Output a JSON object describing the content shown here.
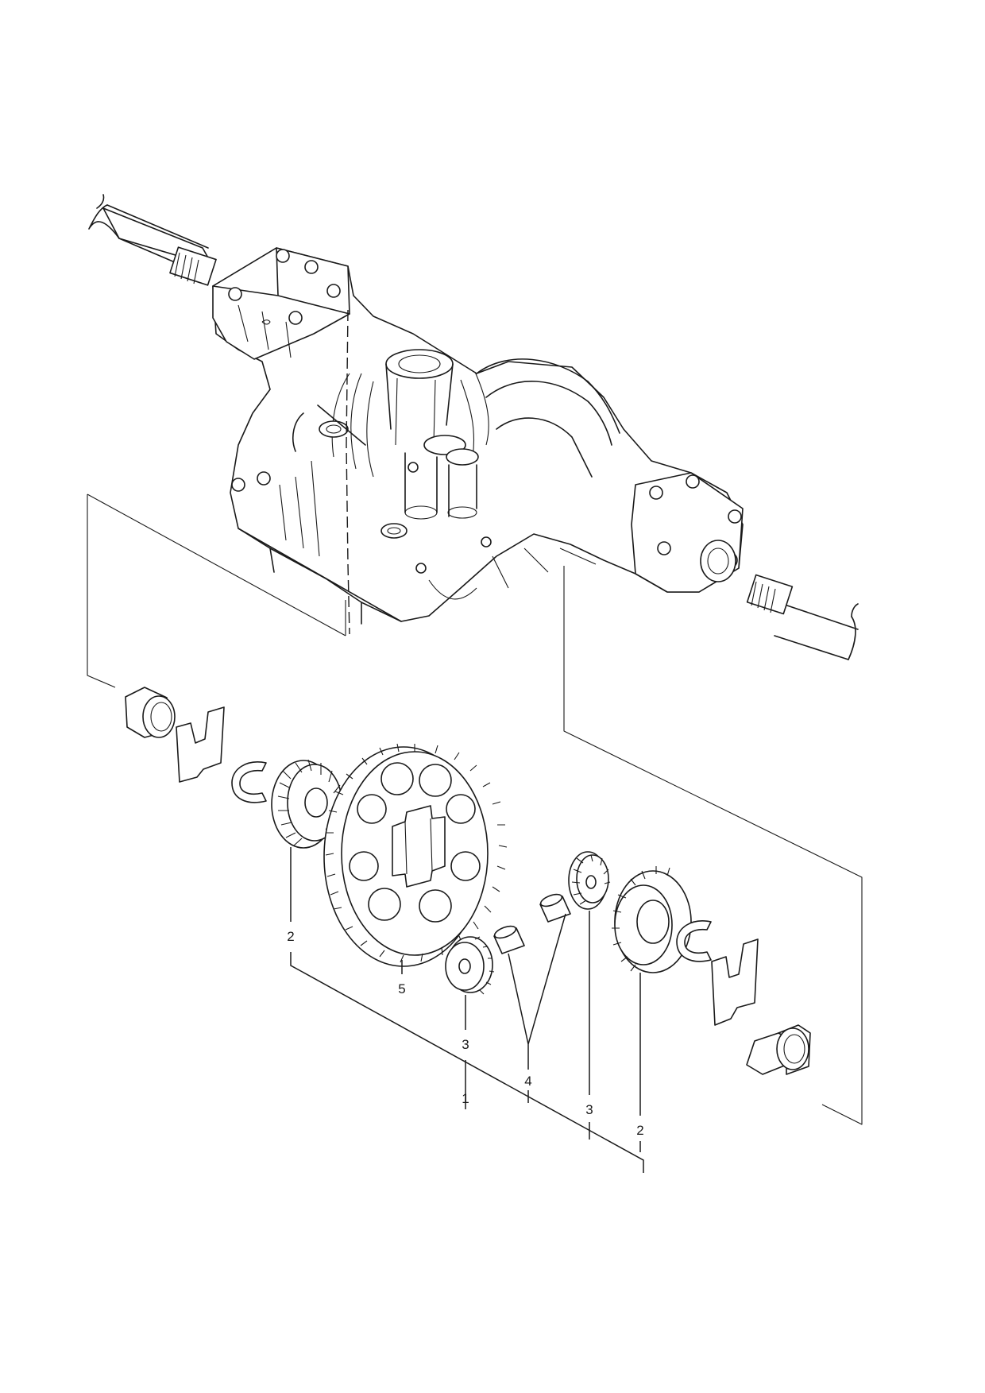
{
  "callouts": [
    {
      "id": "c2a",
      "label": "2"
    },
    {
      "id": "c5",
      "label": "5"
    },
    {
      "id": "c3a",
      "label": "3"
    },
    {
      "id": "c1",
      "label": "1"
    },
    {
      "id": "c4",
      "label": "4"
    },
    {
      "id": "c3b",
      "label": "3"
    },
    {
      "id": "c2b",
      "label": "2"
    }
  ],
  "colors": {
    "ink": "#1a1a1a",
    "paper": "#ffffff"
  }
}
